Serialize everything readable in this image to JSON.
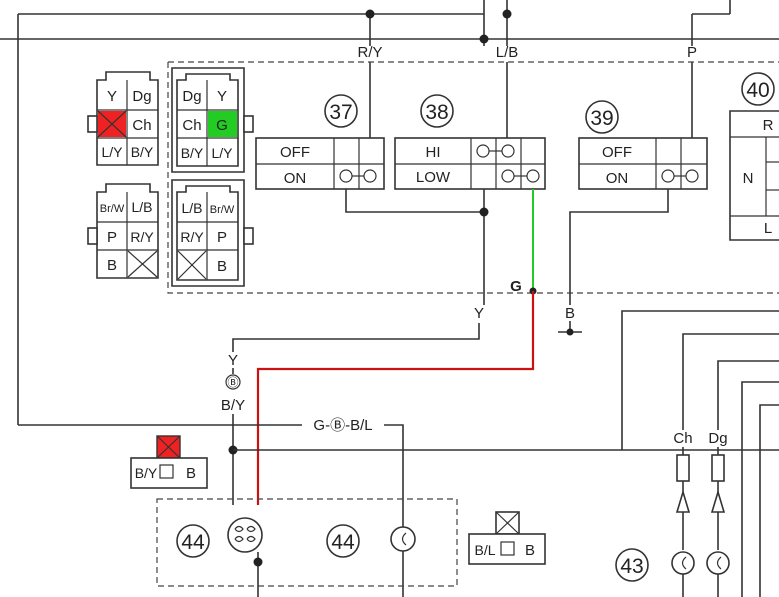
{
  "wire_labels": {
    "r_y": "R/Y",
    "l_b": "L/B",
    "p": "P",
    "y": "Y",
    "g": "G",
    "b": "B",
    "y_top": "Y",
    "b_y": "B/Y",
    "g_b_l": "G-Ⓑ-B/L",
    "ch": "Ch",
    "dg": "Dg",
    "b_mark": "Ⓑ"
  },
  "components": {
    "c37": "37",
    "c38": "38",
    "c39": "39",
    "c40": "40",
    "c43": "43",
    "c44_left": "44",
    "c44_right": "44"
  },
  "switches": {
    "s37_off": "OFF",
    "s37_on": "ON",
    "s38_hi": "HI",
    "s38_low": "LOW",
    "s39_off": "OFF",
    "s39_on": "ON",
    "s40_r": "R",
    "s40_n": "N",
    "s40_l": "L"
  },
  "connectors": {
    "c1": [
      "Y",
      "Dg",
      "Ch",
      "L/Y",
      "B/Y"
    ],
    "c2": [
      "Dg",
      "Y",
      "Ch",
      "G",
      "B/Y",
      "L/Y"
    ],
    "c3": [
      "Br/W",
      "L/B",
      "P",
      "R/Y",
      "B"
    ],
    "c4": [
      "L/B",
      "Br/W",
      "R/Y",
      "P",
      "B"
    ],
    "c5": [
      "B/Y",
      "B"
    ],
    "c6": [
      "B/L",
      "B"
    ]
  },
  "colors": {
    "wire": "#333333",
    "green_wire": "#22cc22",
    "red_wire": "#cc1111",
    "red_fill": "#ee2222",
    "green_fill": "#22cc22"
  }
}
